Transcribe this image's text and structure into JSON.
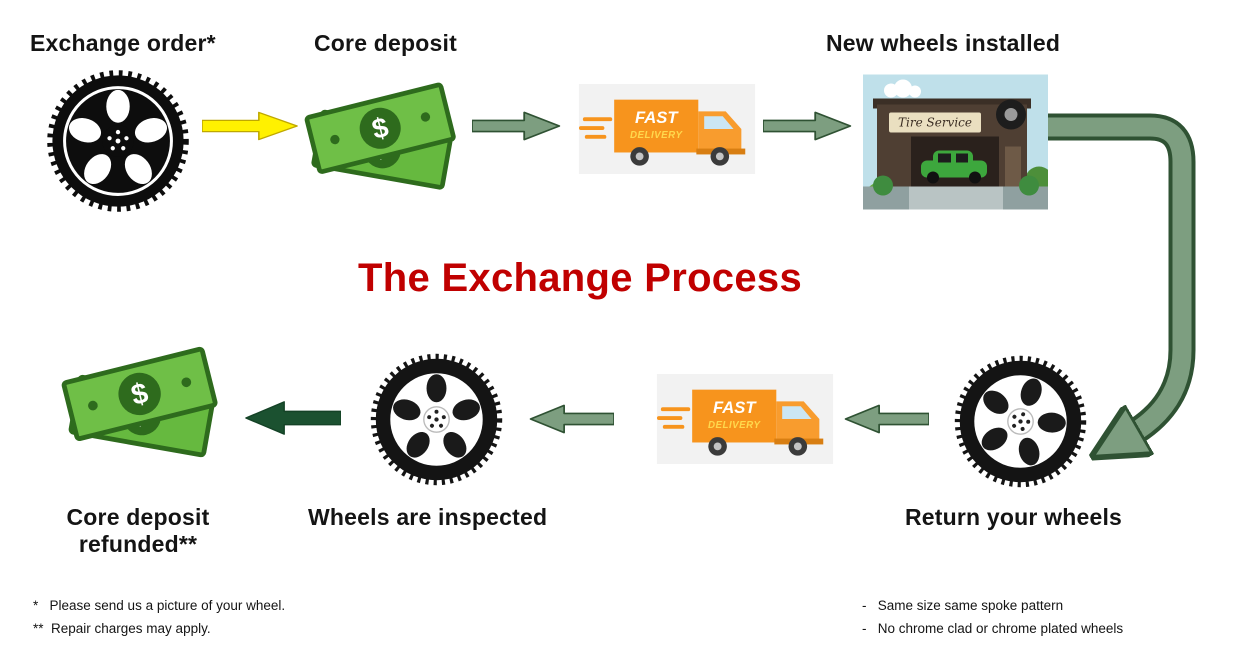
{
  "title": {
    "text": "The Exchange Process"
  },
  "steps": {
    "exchange_order": {
      "label": "Exchange order*"
    },
    "core_deposit": {
      "label": "Core deposit"
    },
    "new_wheels_installed": {
      "label": "New wheels installed"
    },
    "return_your_wheels": {
      "label": "Return your wheels"
    },
    "wheels_are_inspected": {
      "label": "Wheels are inspected"
    },
    "core_deposit_refunded": {
      "label": "Core deposit\nrefunded**"
    }
  },
  "truck": {
    "line1": "FAST",
    "line2": "DELIVERY"
  },
  "shop": {
    "sign": "Tire Service"
  },
  "money": {
    "currency_symbol": "$"
  },
  "footnotes": {
    "left": [
      "*   Please send us a picture of your wheel.",
      "**  Repair charges may apply."
    ],
    "right": [
      "-   Same size same spoke pattern",
      "-   No chrome clad or chrome plated wheels"
    ]
  },
  "colors": {
    "title_red": "#C00000",
    "arrow_yellow": "#FFF100",
    "arrow_sage": "#7D9E80",
    "arrow_sage_outline": "#2F5233",
    "arrow_dark_green": "#1B5130",
    "money_green": "#6FBF47",
    "money_dark_green": "#2E6B1D",
    "truck_orange": "#F7941D",
    "tire_black": "#0d0d0d"
  }
}
